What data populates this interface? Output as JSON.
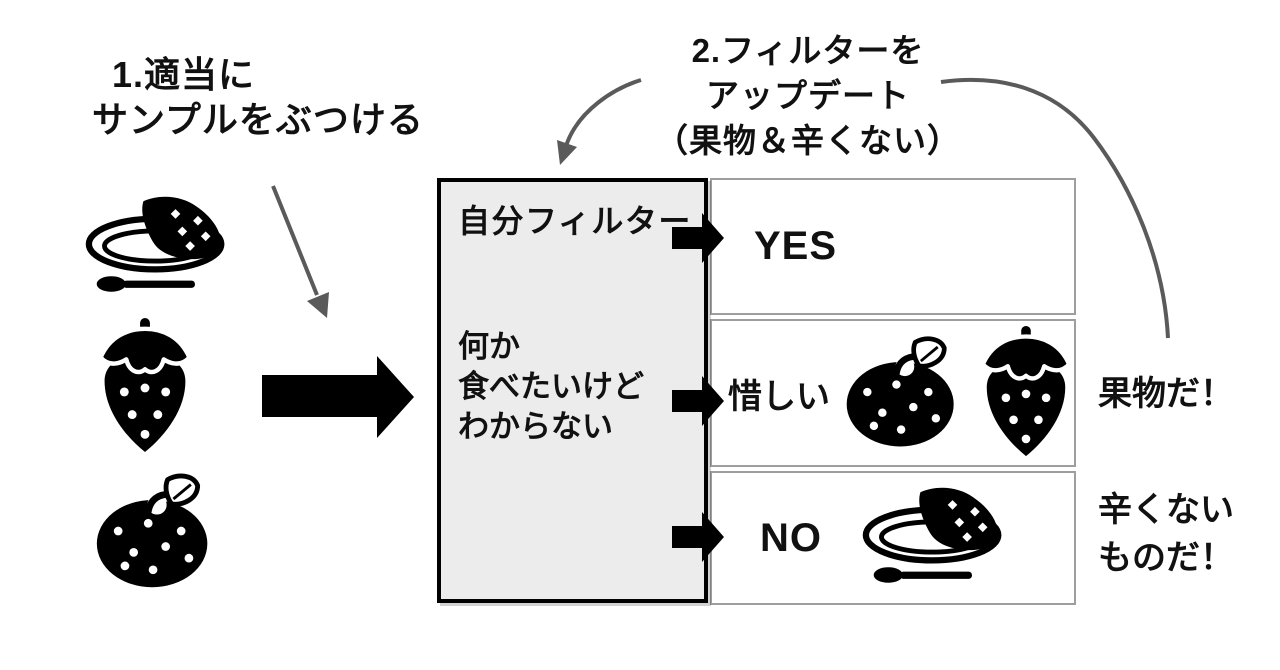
{
  "annotations": {
    "step1": {
      "lines": [
        "1.適当に",
        "サンプルをぶつける"
      ]
    },
    "step2": {
      "lines": [
        "2.フィルターを",
        "アップデート",
        "（果物＆辛くない）"
      ]
    }
  },
  "samples": {
    "icons": [
      "curry-rice-icon",
      "strawberry-icon",
      "mandarin-orange-icon"
    ]
  },
  "filter_box": {
    "title": "自分フィルター",
    "body_lines": [
      "何か",
      "食べたいけど",
      "わからない"
    ]
  },
  "results": {
    "rows": [
      {
        "label": "YES",
        "icons": []
      },
      {
        "label": "惜しい",
        "icons": [
          "mandarin-orange-icon",
          "strawberry-icon"
        ]
      },
      {
        "label": "NO",
        "icons": [
          "curry-rice-icon"
        ]
      }
    ]
  },
  "conclusions": {
    "fruit": "果物だ！",
    "not_spicy_lines": [
      "辛くない",
      "ものだ！"
    ]
  },
  "colors": {
    "background": "#ffffff",
    "ink": "#111111",
    "filter_box_fill": "#ececec",
    "filter_box_border": "#000000",
    "row_border": "#9e9e9e",
    "gray_arrow": "#5a5a5a",
    "black_arrow": "#000000"
  }
}
